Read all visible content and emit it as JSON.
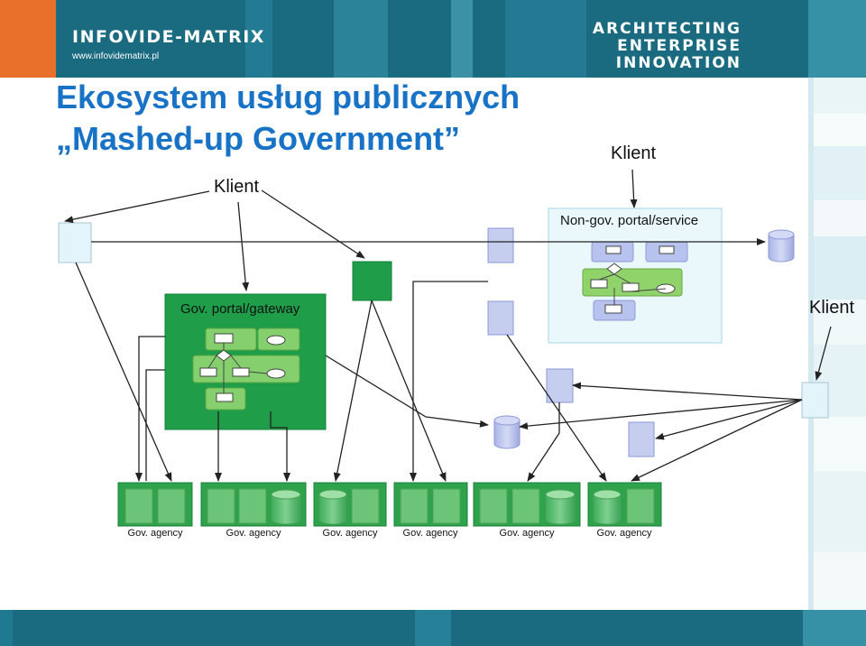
{
  "header": {
    "logo_name": "INFOVIDE-MATRIX",
    "logo_url": "www.infovidematrix.pl",
    "tagline": [
      "ARCHITECTING",
      "ENTERPRISE",
      "INNOVATION"
    ]
  },
  "title": {
    "line1": "Ekosystem usług publicznych",
    "line2": "„Mashed-up Government”"
  },
  "clients": {
    "left": "Klient",
    "top_right": "Klient",
    "right": "Klient"
  },
  "portals": {
    "non_gov": "Non-gov. portal/service",
    "gov": "Gov. portal/gateway"
  },
  "agencies": [
    "Gov. agency",
    "Gov. agency",
    "Gov. agency",
    "Gov. agency",
    "Gov. agency",
    "Gov. agency"
  ],
  "colors": {
    "header": "#1a6b80",
    "title": "#1873c7",
    "gov_green": "#1f9d48",
    "agency_green": "#2fa24c",
    "service_box": "#c6cef0",
    "client_box": "#e4f4fb",
    "non_gov_panel": "#eaf8fc"
  }
}
